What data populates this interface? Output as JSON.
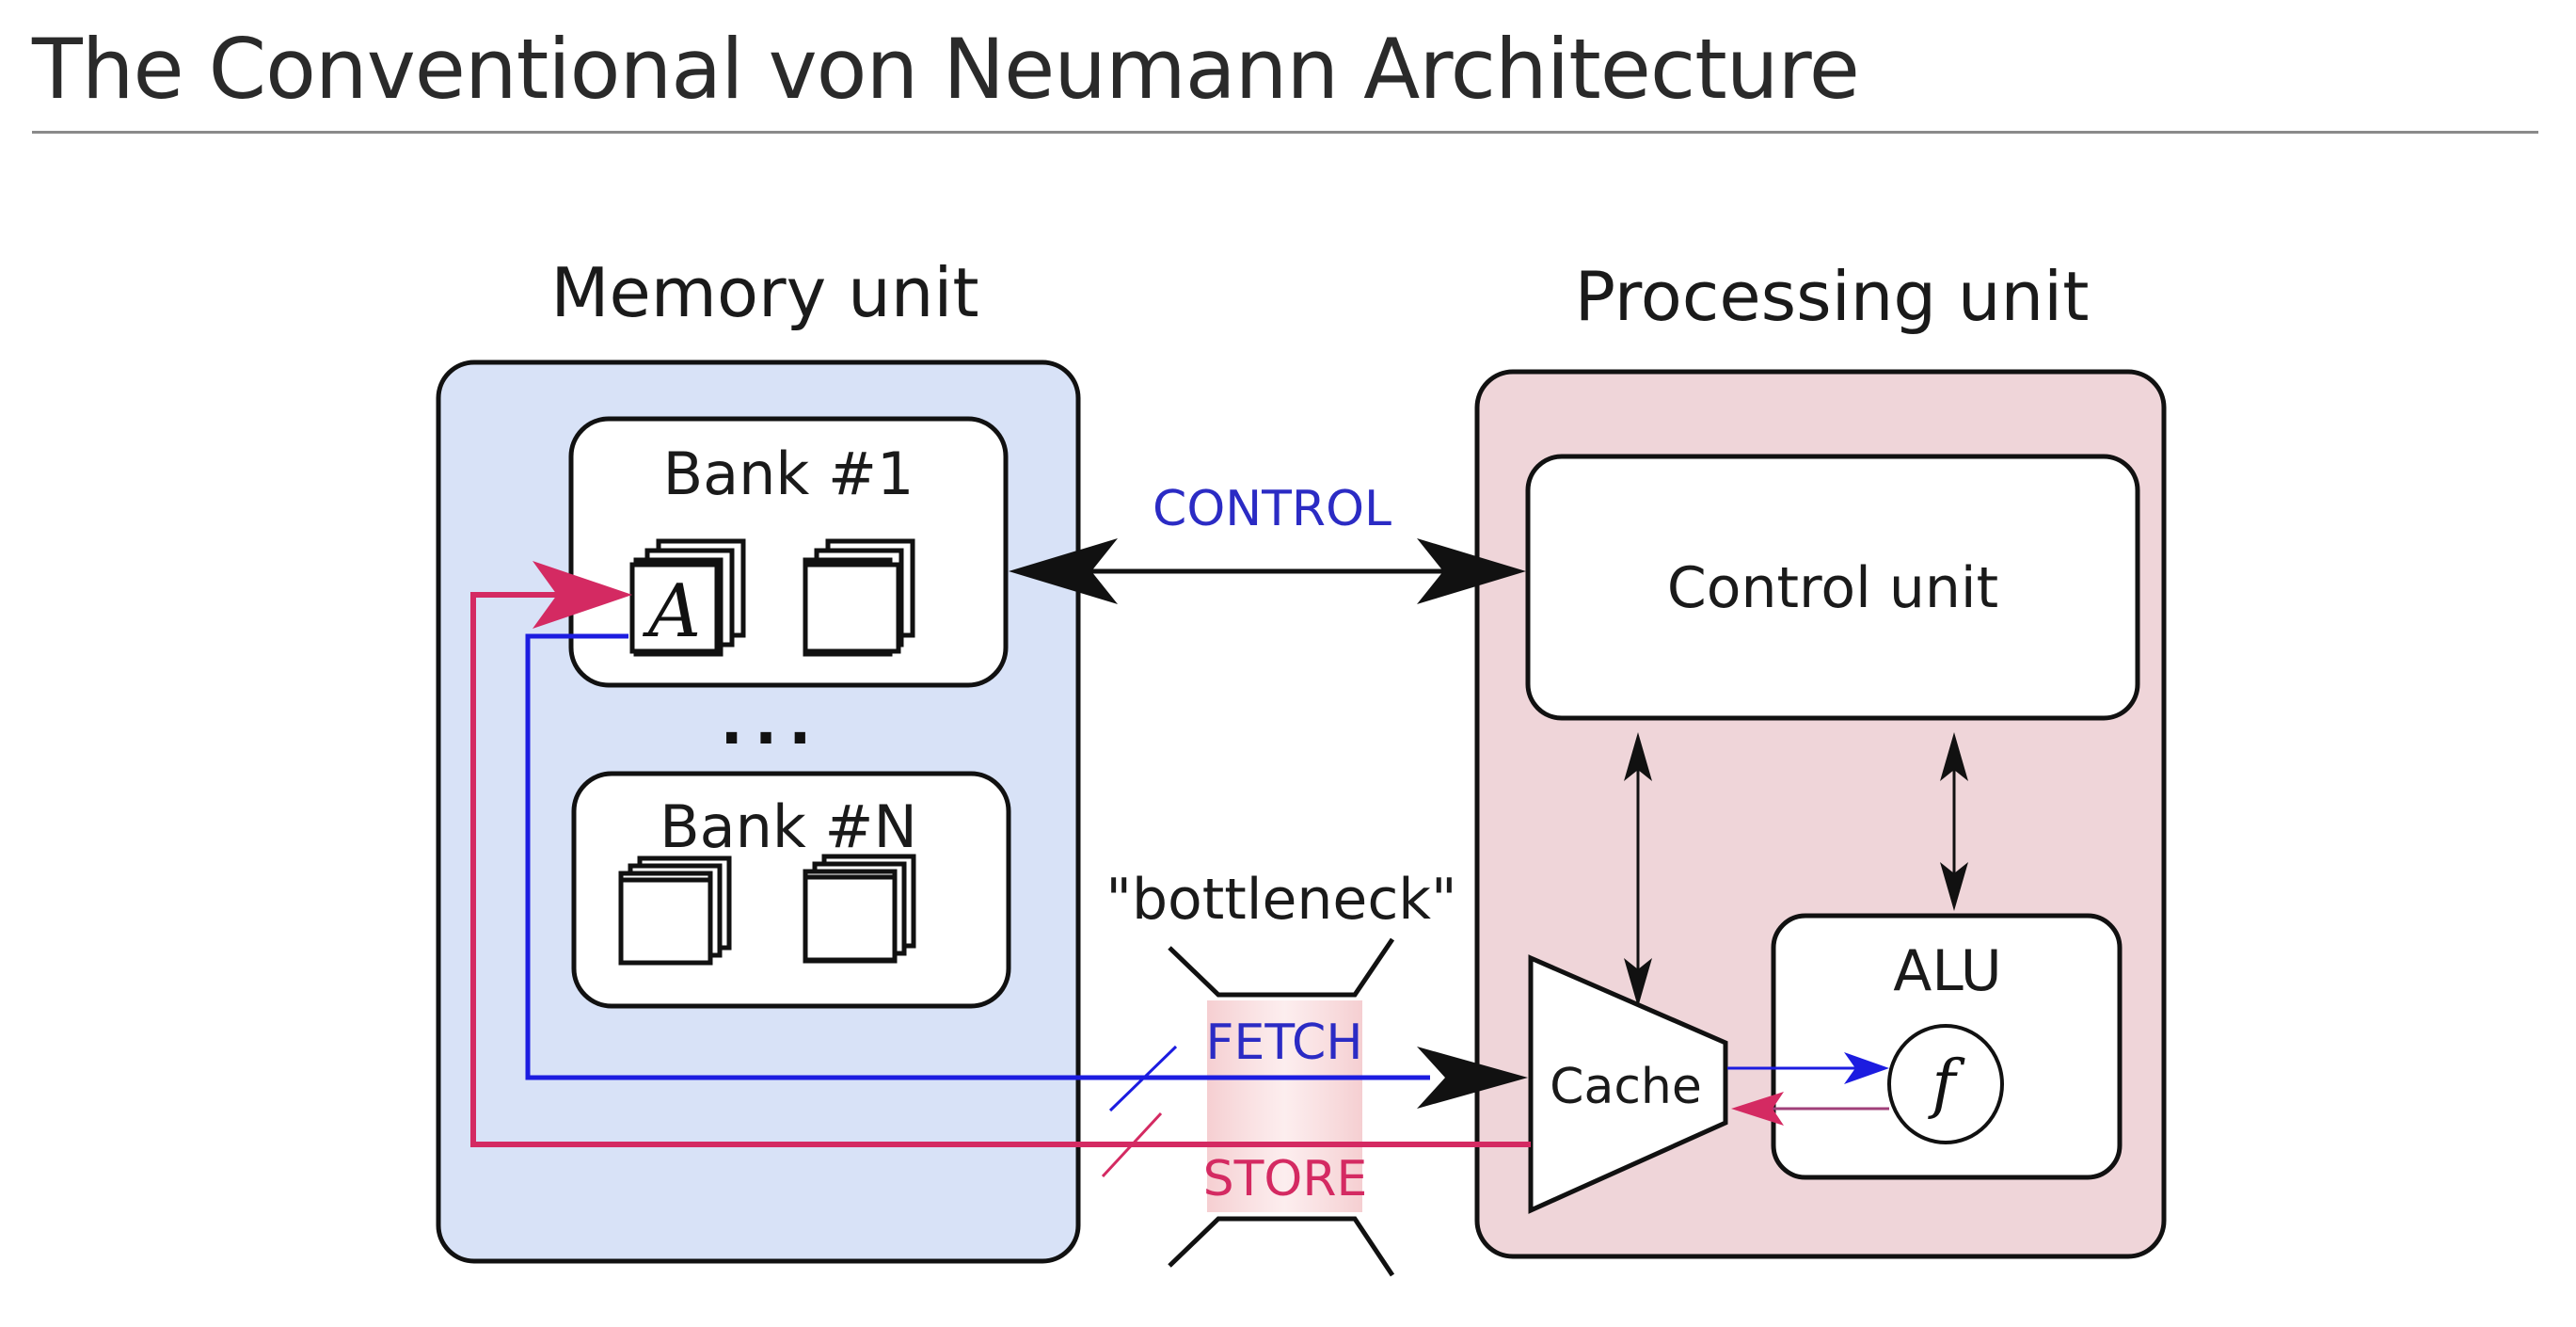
{
  "slide": {
    "title": "The Conventional von Neumann Architecture"
  },
  "colors": {
    "memory_fill": "#d8e2f7",
    "processing_fill": "#efd5d9",
    "box_fill": "#ffffff",
    "stroke": "#111111",
    "control_label": "#2b2bc4",
    "fetch": "#1c1ce0",
    "store": "#d42a62",
    "bottleneck_glow": "#f4c9cc"
  },
  "memory_unit": {
    "heading": "Memory unit",
    "ellipsis": "...",
    "banks": [
      {
        "label": "Bank #1",
        "cells": [
          "A",
          ""
        ]
      },
      {
        "label": "Bank #N",
        "cells": [
          "",
          ""
        ]
      }
    ]
  },
  "processing_unit": {
    "heading": "Processing unit",
    "control_unit": "Control unit",
    "cache": "Cache",
    "alu": {
      "label": "ALU",
      "function_symbol": "f"
    }
  },
  "buses": {
    "control_label": "CONTROL",
    "fetch_label": "FETCH",
    "store_label": "STORE",
    "bottleneck_label": "\"bottleneck\""
  }
}
